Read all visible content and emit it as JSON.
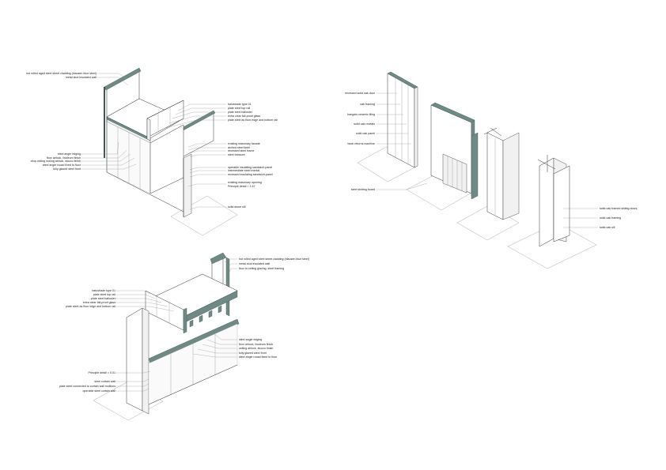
{
  "colors": {
    "background": "#ffffff",
    "section_cut": "#6f8a84",
    "line": "#333333",
    "leader": "#888888"
  },
  "axo_top_left": {
    "labels_left": [
      "hot rolled aged steel sheet cladding (blausen blue steel)",
      "metal stud insulated wall",
      "steel angle edging",
      "floor airlock, linoleum finish",
      "drop ceiling rooling airlock, stucco finish",
      "steel angle rooad fixed to floor",
      "fully glazed steel front"
    ],
    "labels_right": [
      "balustrade type 01",
      "plate steel top rail",
      "plate steel balluster",
      "extra clear fall-proof glass",
      "plate steel as floor edge and bottom rail",
      "existing masonary facade",
      "arched steel lintel",
      "recessed steel frame",
      "steel transom",
      "operable insulating sandwich-panel",
      "intermediate steel mental",
      "recessed insulating sandwich-panel",
      "existing masonary opening",
      "Principle detail = 1.67",
      "solid stone sill"
    ]
  },
  "axo_bottom_left": {
    "labels_left": [
      "balustrade type 01",
      "plate steel top rail",
      "plate steel balluster",
      "extra clear fall-proof glass",
      "plate steel as floor edge and bottom rail",
      "Principle detail = 0.01",
      "steel curtain wall",
      "plate steel connected to curtain wall mullions",
      "operable steel curtain wall"
    ],
    "labels_right": [
      "hot rolled aged steel sheet cladding (blausen blue steel)",
      "metal stud insulated wall",
      "floor to ceiling glazing, steel framing",
      "steel angle edging",
      "floor airlock, linoleum finish",
      "ceiling airlock, stucco finish",
      "fully glazed steel front",
      "steel angle rooad fixed to floor"
    ]
  },
  "axo_right": {
    "labels_left": [
      "recessed solid oak door",
      "oak framing",
      "bangalo ceramic tiling",
      "solid oak reveals",
      "solid oak panel",
      "book returns machine",
      "steel skirting board"
    ],
    "labels_right": [
      "solid oak framed sliding doors",
      "solid oak framing",
      "solid oak sill"
    ]
  }
}
